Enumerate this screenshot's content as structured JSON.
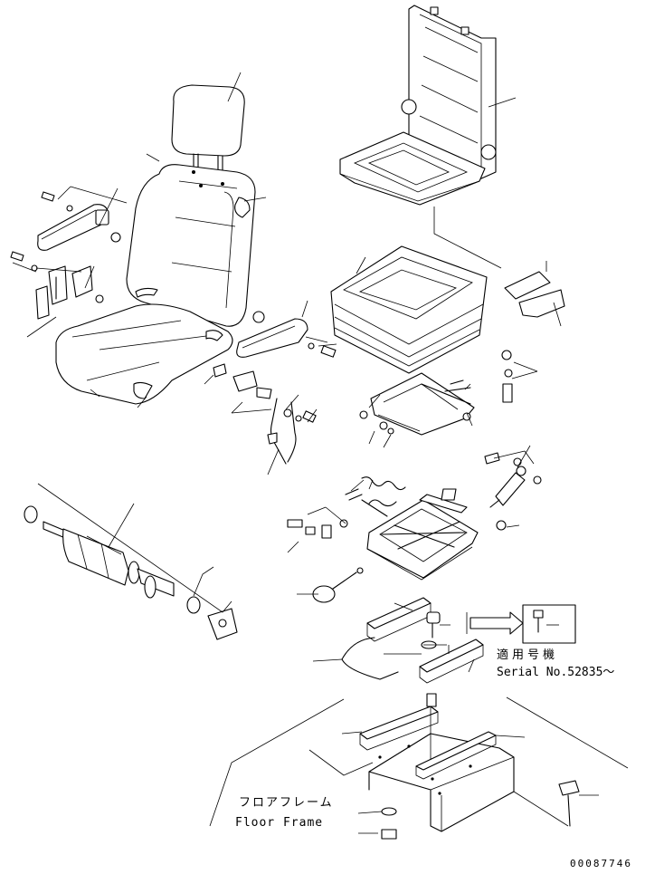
{
  "labels": {
    "applicable_serial_jp": "適用号機",
    "applicable_serial_en": "Serial No.52835～",
    "floor_frame_jp": "フロアフレーム",
    "floor_frame_en": "Floor Frame",
    "drawing_number": "00087746"
  }
}
